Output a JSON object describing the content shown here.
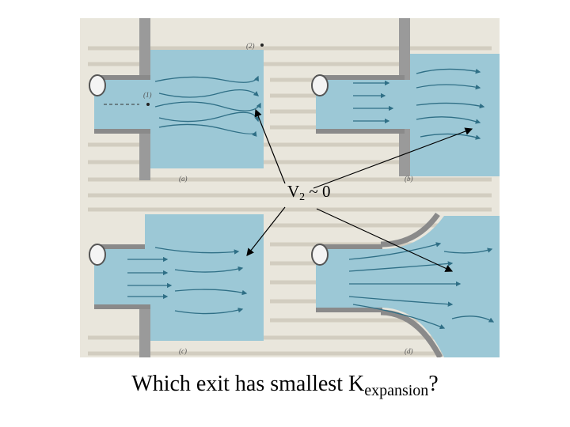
{
  "figure": {
    "panels": [
      {
        "label": "(a)"
      },
      {
        "label": "(b)"
      },
      {
        "label": "(c)"
      },
      {
        "label": "(d)"
      }
    ],
    "point_labels": [
      "(1)",
      "(2)"
    ]
  },
  "annotation": {
    "symbol": "V",
    "subscript": "2",
    "suffix": " ~ 0"
  },
  "caption": {
    "prefix": "Which exit has smallest K",
    "subscript": "expansion",
    "suffix": "?"
  },
  "colors": {
    "water": "#9cc8d6",
    "page": "#e9e6dc",
    "wall": "#8a8a8a",
    "flow": "#2f6f86"
  }
}
